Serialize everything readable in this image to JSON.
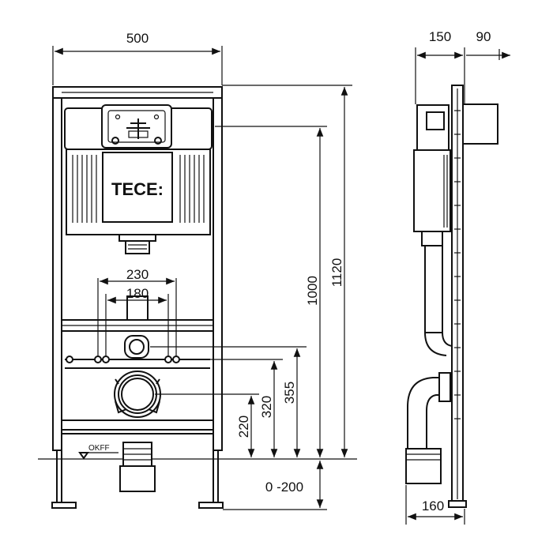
{
  "brand": "TECE:",
  "reference_label": "OKFF",
  "dimensions": {
    "width_front": "500",
    "depth_frame": "150",
    "depth_extra": "90",
    "inlet_spacing_outer": "230",
    "inlet_spacing_inner": "180",
    "height_total": "1120",
    "height_cistern": "1000",
    "height_355": "355",
    "height_320": "320",
    "height_220": "220",
    "foot_adjust": "0 -200",
    "depth_bottom": "160"
  }
}
